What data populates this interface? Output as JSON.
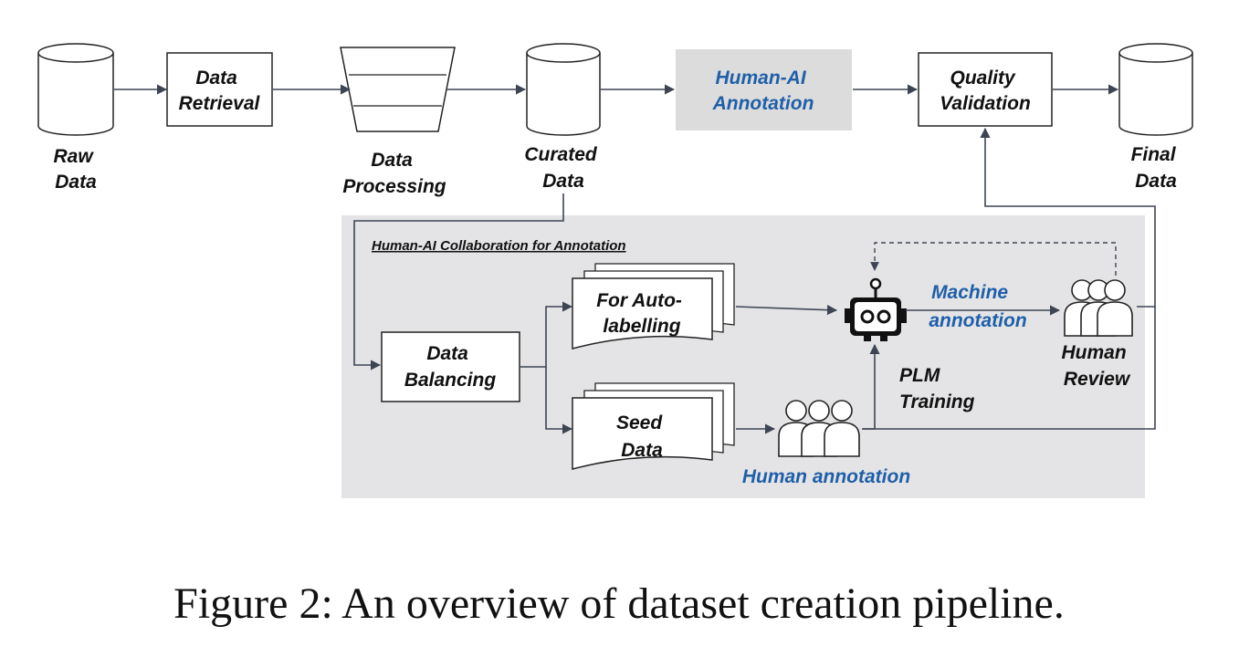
{
  "nodes": {
    "raw_data": [
      "Raw",
      "Data"
    ],
    "data_retrieval": [
      "Data",
      "Retrieval"
    ],
    "data_processing": [
      "Data",
      "Processing"
    ],
    "curated_data": [
      "Curated",
      "Data"
    ],
    "human_ai_annotation": [
      "Human-AI",
      "Annotation"
    ],
    "quality_validation": [
      "Quality",
      "Validation"
    ],
    "final_data": [
      "Final",
      "Data"
    ],
    "data_balancing": [
      "Data",
      "Balancing"
    ],
    "auto_labelling": [
      "For Auto-",
      "labelling"
    ],
    "seed_data": [
      "Seed",
      "Data"
    ],
    "machine_annotation": [
      "Machine",
      "annotation"
    ],
    "plm_training": [
      "PLM",
      "Training"
    ],
    "human_review": [
      "Human",
      "Review"
    ],
    "human_annotation": "Human annotation"
  },
  "section_title": "Human-AI Collaboration for Annotation",
  "caption": "Figure 2: An overview of dataset creation pipeline.",
  "colors": {
    "accent_blue": "#1f5fa8",
    "panel_gray": "#e4e4e6",
    "highlight_box": "#dcdcdc",
    "edge": "#3d4553"
  }
}
